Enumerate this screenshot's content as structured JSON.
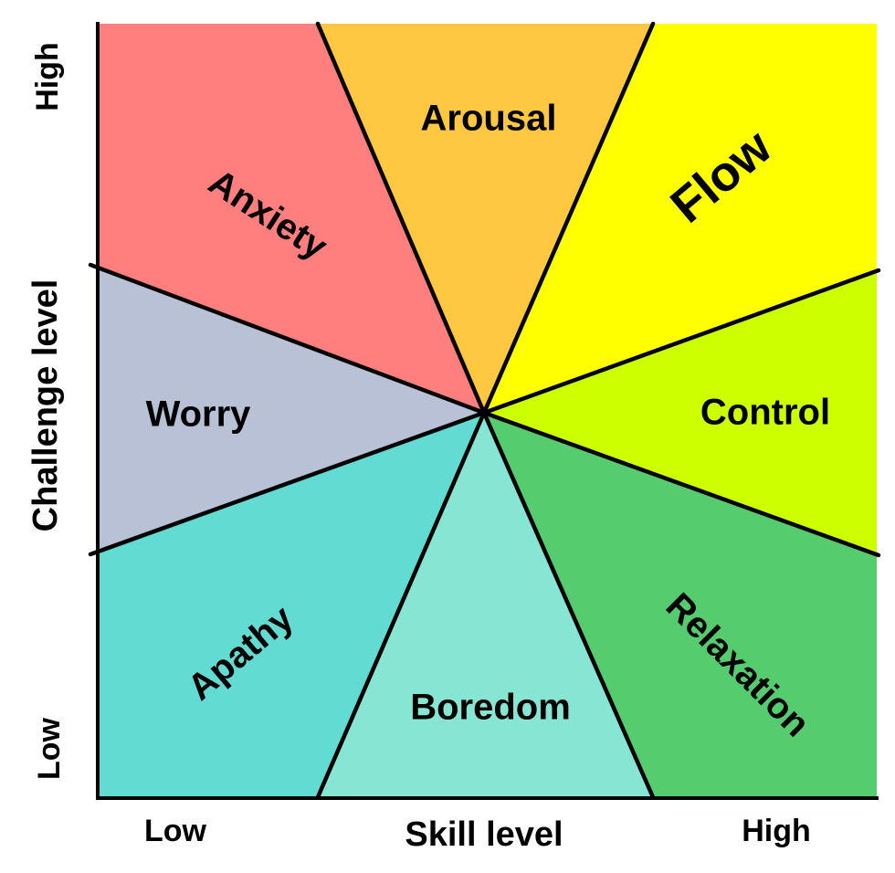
{
  "axes": {
    "x_title": "Skill level",
    "x_low": "Low",
    "x_high": "High",
    "y_title": "Challenge level",
    "y_low": "Low",
    "y_high": "High"
  },
  "segments": [
    {
      "key": "anxiety",
      "label": "Anxiety",
      "color": "#FF7F7F"
    },
    {
      "key": "arousal",
      "label": "Arousal",
      "color": "#FFC840"
    },
    {
      "key": "flow",
      "label": "Flow",
      "color": "#FFFF00"
    },
    {
      "key": "control",
      "label": "Control",
      "color": "#CCFF00"
    },
    {
      "key": "relaxation",
      "label": "Relaxation",
      "color": "#55CC6E"
    },
    {
      "key": "boredom",
      "label": "Boredom",
      "color": "#87E6D3"
    },
    {
      "key": "apathy",
      "label": "Apathy",
      "color": "#62DBD3"
    },
    {
      "key": "worry",
      "label": "Worry",
      "color": "#B8C1D6"
    }
  ]
}
